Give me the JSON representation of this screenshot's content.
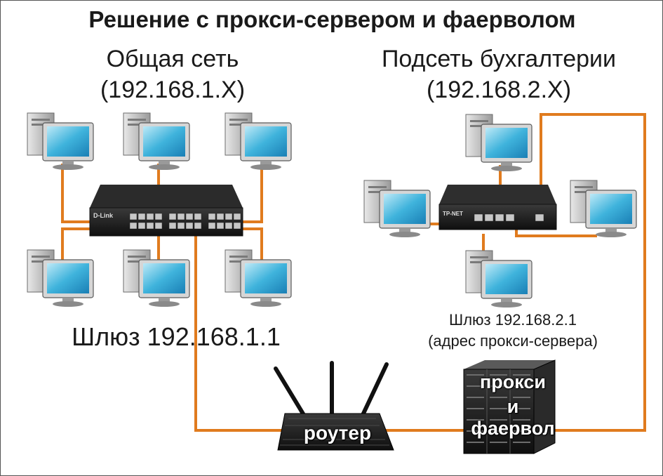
{
  "title": "Решение с прокси-сервером и фаерволом",
  "networks": {
    "general": {
      "name": "Общая сеть",
      "subnet": "(192.168.1.X)",
      "gateway": "Шлюз 192.168.1.1"
    },
    "accounting": {
      "name": "Подсеть бухгалтерии",
      "subnet": "(192.168.2.X)",
      "gateway": "Шлюз 192.168.2.1",
      "gateway_note": "(адрес прокси-сервера)"
    }
  },
  "router": {
    "label": "роутер"
  },
  "server": {
    "line1": "прокси",
    "line2": "и",
    "line3": "фаервол"
  },
  "switch1": {
    "brand": "D-Link"
  },
  "switch2": {
    "brand": "TP-NET"
  },
  "colors": {
    "cable": "#e07b1e",
    "background": "#ffffff",
    "text": "#1a1a1a",
    "router_label": "#e41e26"
  }
}
